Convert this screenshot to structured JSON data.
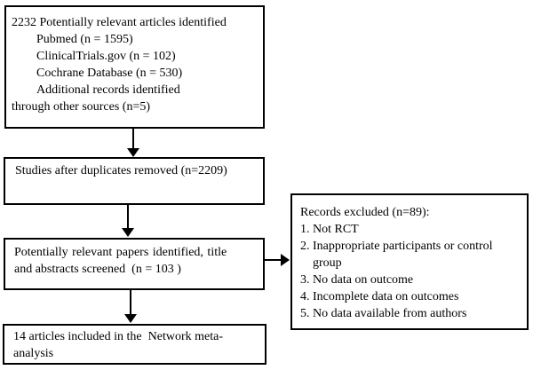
{
  "colors": {
    "border": "#000000",
    "background": "#ffffff",
    "text": "#000000"
  },
  "boxes": {
    "identified": {
      "lines": [
        "2232 Potentially relevant articles identified",
        "Pubmed (n = 1595)",
        "ClinicalTrials.gov (n = 102)",
        "Cochrane Database (n = 530)",
        "Additional records identified",
        "through other sources (n=5)"
      ]
    },
    "duplicates_removed": {
      "text": "Studies after duplicates removed (n=2209)"
    },
    "screened": {
      "lines": [
        "Potentially relevant papers identified, title",
        "and abstracts screened  (n = 103 )"
      ]
    },
    "excluded": {
      "heading": "Records excluded (n=89):",
      "items": [
        "1. Not RCT",
        "2. Inappropriate participants or control\n    group",
        "3. No data on outcome",
        "4. Incomplete data on outcomes",
        "5. No data available from authors"
      ]
    },
    "included": {
      "lines": [
        "14 articles included in the  Network meta-",
        "analysis"
      ]
    }
  }
}
